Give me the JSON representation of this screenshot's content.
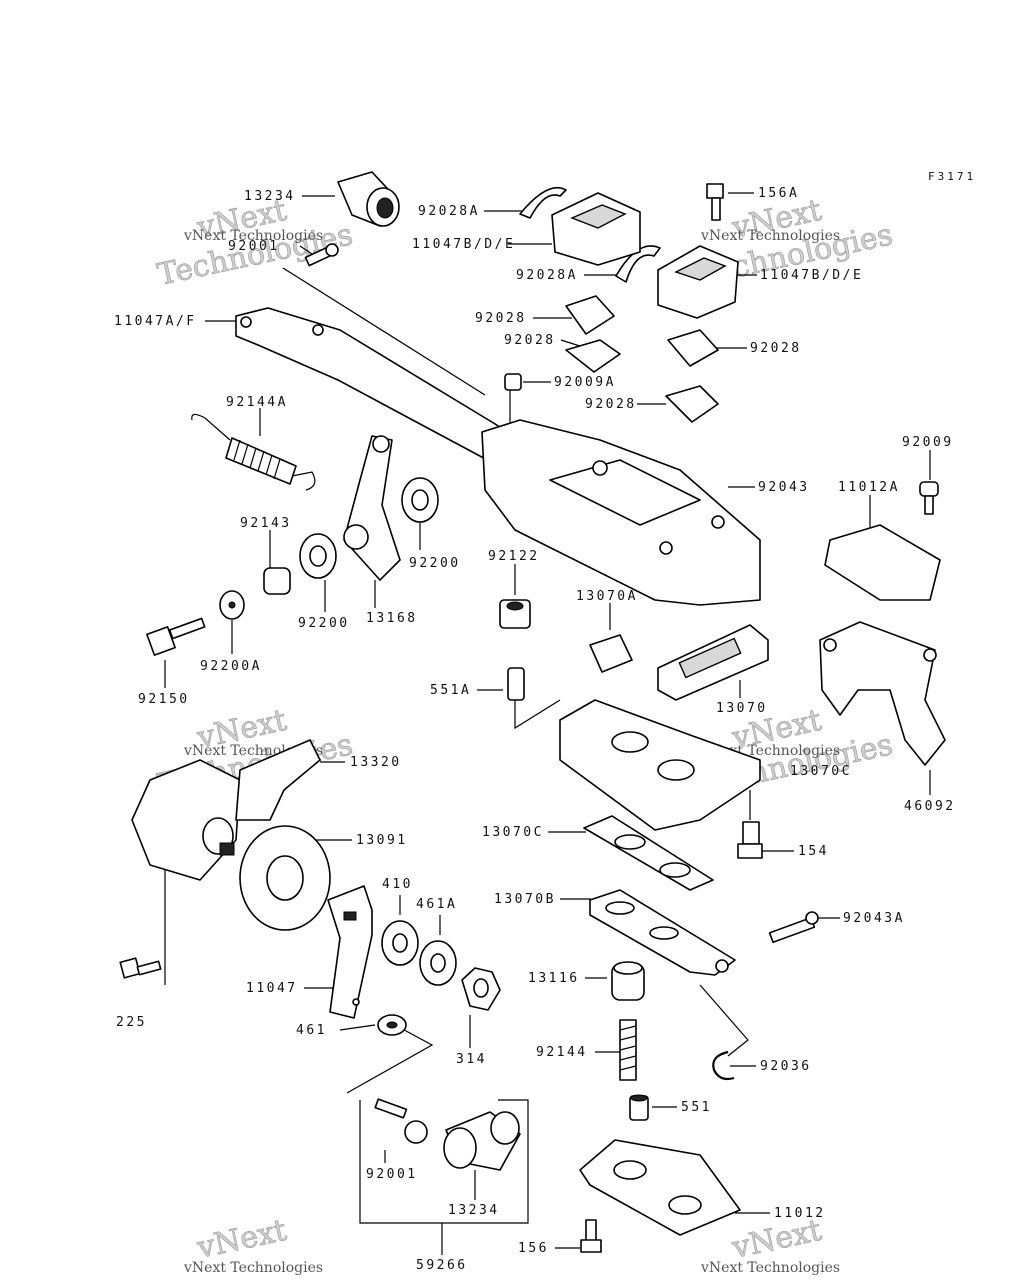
{
  "diagram_code": "F3171",
  "watermark": {
    "company": "vNext Technologies",
    "big_line1": "vNext",
    "big_line2": "Technologies"
  },
  "labels": {
    "p13234_top": "13234",
    "p92001_top": "92001",
    "p92028A_1": "92028A",
    "p11047BDE_1": "11047B/D/E",
    "p92028A_2": "92028A",
    "p156A": "156A",
    "p11047BDE_2": "11047B/D/E",
    "p11047AF": "11047A/F",
    "p92028_1": "92028",
    "p92028_2": "92028",
    "p92028_3": "92028",
    "p92009A": "92009A",
    "p92028_4": "92028",
    "p92144A": "92144A",
    "p92009": "92009",
    "p92043": "92043",
    "p11012A": "11012A",
    "p92143": "92143",
    "p92122": "92122",
    "p92200_right": "92200",
    "p13070A": "13070A",
    "p92200_left": "92200",
    "p13168": "13168",
    "p92200A": "92200A",
    "p92150": "92150",
    "p551A": "551A",
    "p13070": "13070",
    "p13320": "13320",
    "p13070C_top": "13070C",
    "p46092": "46092",
    "p13091": "13091",
    "p154": "154",
    "p13070C": "13070C",
    "p410": "410",
    "p461A": "461A",
    "p13070B": "13070B",
    "p92043A": "92043A",
    "p225": "225",
    "p11047": "11047",
    "p13116": "13116",
    "p461": "461",
    "p314": "314",
    "p92144": "92144",
    "p92036": "92036",
    "p551": "551",
    "p92001": "92001",
    "p13234": "13234",
    "p11012": "11012",
    "p156": "156",
    "p59266": "59266"
  }
}
